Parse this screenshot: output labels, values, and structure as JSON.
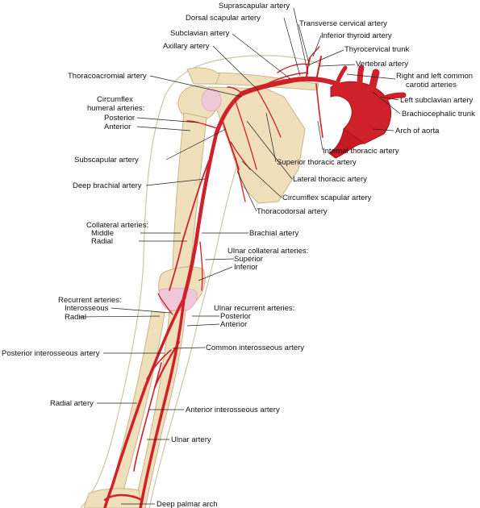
{
  "labels": {
    "suprascapular": "Suprascapular artery",
    "dorsal_scapular": "Dorsal scapular artery",
    "transverse_cervical": "Transverse cervical artery",
    "subclavian": "Subclavian artery",
    "inferior_thyroid": "Inferior thyroid artery",
    "axillary": "Axillary artery",
    "thyrocervical": "Thyrocervical trunk",
    "vertebral": "Vertebral artery",
    "thoracoacromial": "Thoracoacromial artery",
    "right_left_common_1": "Right and left common",
    "right_left_common_2": "carotid arteries",
    "circumflex_title_1": "Circumflex",
    "circumflex_title_2": "humeral arteries:",
    "circ_posterior": "Posterior",
    "circ_anterior": "Anterior",
    "left_subclavian": "Left subclavian artery",
    "brachiocephalic": "Brachiocephalic trunk",
    "arch_aorta": "Arch of aorta",
    "internal_thoracic": "Internal thoracic artery",
    "subscapular": "Subscapular artery",
    "superior_thoracic": "Superior thoracic artery",
    "deep_brachial": "Deep brachial artery",
    "lateral_thoracic": "Lateral thoracic artery",
    "circumflex_scapular": "Circumflex scapular artery",
    "thoracodorsal": "Thoracodorsal artery",
    "collateral_title": "Collateral arteries:",
    "coll_middle": "Middle",
    "coll_radial": "Radial",
    "brachial": "Brachial artery",
    "ulnar_collateral_title": "Ulnar collateral arteries:",
    "ucoll_superior": "Superior",
    "ucoll_inferior": "Inferior",
    "recurrent_title": "Recurrent arteries:",
    "rec_interosseous": "Interosseous",
    "rec_radial": "Radial",
    "ulnar_recurrent_title": "Ulnar recurrent arteries:",
    "urec_posterior": "Posterior",
    "urec_anterior": "Anterior",
    "posterior_interosseous": "Posterior interosseous artery",
    "common_interosseous": "Common interosseous artery",
    "radial_artery": "Radial artery",
    "anterior_interosseous": "Anterior interosseous artery",
    "ulnar_artery": "Ulnar artery",
    "deep_palmar_arch": "Deep palmar arch"
  },
  "colors": {
    "artery": "#d0202a",
    "bone": "#efe0bb",
    "cartilage": "#efc9d8",
    "skin_outline": "#cfc3a8",
    "label_text": "#111111"
  }
}
